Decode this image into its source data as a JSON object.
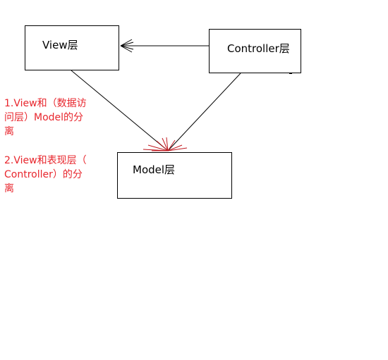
{
  "diagram": {
    "nodes": {
      "view": "View层",
      "controller": "Controller层",
      "model": "Model层"
    },
    "edges": [
      {
        "from": "controller",
        "to": "view"
      },
      {
        "from": "view",
        "to": "model"
      },
      {
        "from": "controller",
        "to": "model"
      }
    ],
    "colors": {
      "box_border": "#000000",
      "arrow": "#000000",
      "model_arrow_head": "#c0181f",
      "notes_text": "#e8262d"
    }
  },
  "notes": {
    "note_1_line_1": "1.View和（数据访",
    "note_1_line_2": "问层）Model的分",
    "note_1_line_3": "离",
    "note_2_line_1": "2.View和表现层（",
    "note_2_line_2": "Controller）的分",
    "note_2_line_3": "离"
  }
}
